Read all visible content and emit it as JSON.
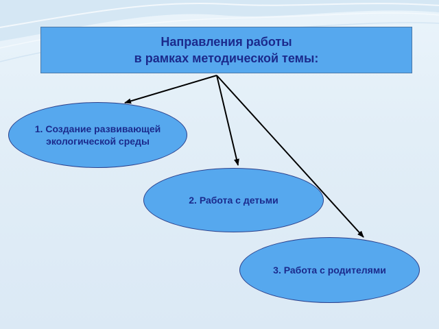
{
  "title": {
    "line1": "Направления работы",
    "line2": "в рамках методической темы:"
  },
  "nodes": [
    {
      "line1": "1. Создание развивающей",
      "line2": "экологической среды"
    },
    {
      "line1": "2. Работа с детьми"
    },
    {
      "line1": "3. Работа с родителями"
    }
  ],
  "colors": {
    "box_fill": "#56a8ee",
    "text": "#1b2a8c",
    "outline": "#2b3f8a",
    "arrow": "#000000"
  }
}
